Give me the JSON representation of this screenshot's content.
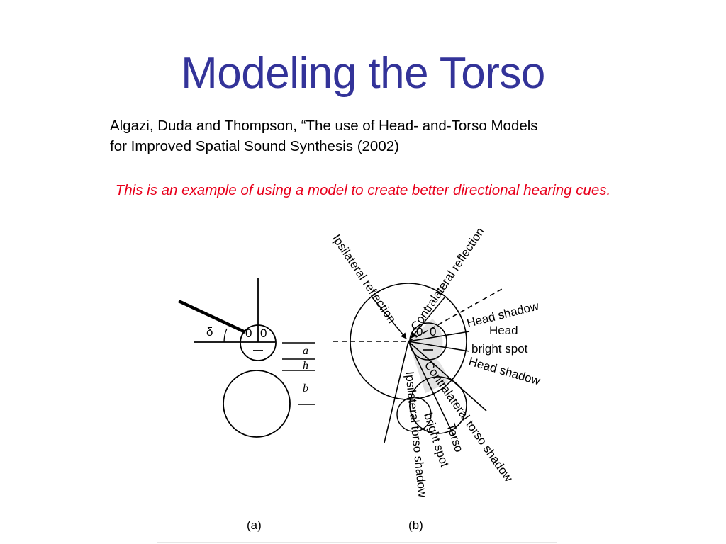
{
  "slide": {
    "title": "Modeling the Torso",
    "citation": {
      "line1": "Algazi, Duda and Thompson, “The use of Head- and-Torso Models",
      "line2": "for Improved Spatial Sound Synthesis (2002)"
    },
    "note": "This is an example of using a model to create better directional hearing cues."
  },
  "figure": {
    "panel_a": {
      "caption": "(a)",
      "delta_label": "δ",
      "dim_a": "a",
      "dim_h": "h",
      "dim_b": "b",
      "eye_left": "0",
      "eye_right": "0"
    },
    "panel_b": {
      "caption": "(b)",
      "ipsilateral_reflection": "Ipsilateral reflection",
      "contralateral_reflection": "Contralateral reflection",
      "head_shadow_top": "Head shadow",
      "head_bright_spot_line1": "Head",
      "head_bright_spot_line2": "bright spot",
      "head_shadow_bottom": "Head shadow",
      "contralateral_torso_shadow": "Contralateral torso shadow",
      "torso_bright_spot_line1": "Torso",
      "torso_bright_spot_line2": "bright spot",
      "ipsilateral_torso_shadow": "Ipsilateral torso shadow",
      "eye_left": "0",
      "eye_right": "0"
    }
  }
}
